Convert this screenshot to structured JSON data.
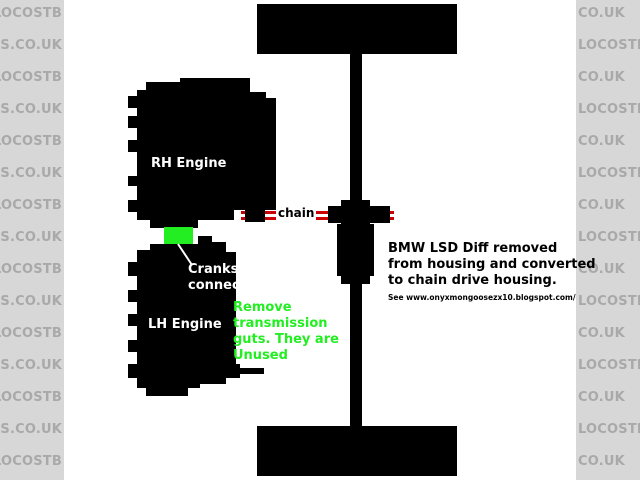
{
  "watermark": {
    "left_text": "OODERS.CO.UK",
    "left_alt": "LOCOSTB",
    "right_text": "LOCOSTBUILDERS.CO.UK",
    "right_alt": "CO.UK"
  },
  "labels": {
    "rh_engine": "RH Engine",
    "lh_engine": "LH Engine",
    "chain": "chain",
    "crankshaft_line1": "Crankshaft",
    "crankshaft_line2": "connector",
    "remove_line1": "Remove",
    "remove_line2": "transmission",
    "remove_line3": "guts.  They are",
    "remove_line4": "Unused",
    "diff_line1": "BMW LSD Diff removed",
    "diff_line2": "from housing and converted",
    "diff_line3": "to chain drive housing.",
    "url_note": "See www.onyxmongoosezx10.blogspot.com/"
  },
  "colors": {
    "shape": "#000000",
    "connector": "#22ee22",
    "chain": "#cc0000",
    "strip_bg": "#d7d7d7",
    "watermark_text": "#a9a9a9"
  }
}
